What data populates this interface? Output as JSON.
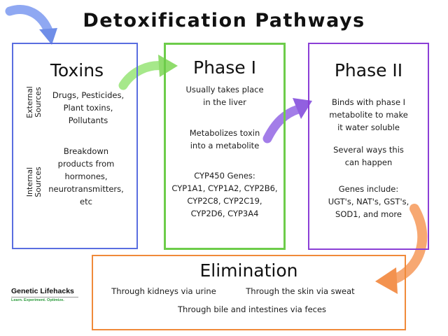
{
  "title": "Detoxification Pathways",
  "toxins": {
    "heading": "Toxins",
    "external_label": "External Sources",
    "external_items": [
      "Drugs, Pesticides,",
      "Plant toxins,",
      "Pollutants"
    ],
    "internal_label": "Internal Sources",
    "internal_items": [
      "Breakdown",
      "products from",
      "hormones,",
      "neurotransmitters,",
      "etc"
    ]
  },
  "phase1": {
    "heading": "Phase I",
    "lines_a": [
      "Usually takes place",
      "in the liver"
    ],
    "lines_b": [
      "Metabolizes toxin",
      "into a metabolite"
    ],
    "lines_c": [
      "CYP450 Genes:",
      "CYP1A1, CYP1A2, CYP2B6,",
      "CYP2C8, CYP2C19,",
      "CYP2D6, CYP3A4"
    ]
  },
  "phase2": {
    "heading": "Phase II",
    "lines_a": [
      "Binds with phase I",
      "metabolite to make",
      "it water soluble"
    ],
    "lines_b": [
      "Several ways this",
      "can happen"
    ],
    "lines_c": [
      "Genes include:",
      "UGT's, NAT's, GST's,",
      "SOD1, and more"
    ]
  },
  "elimination": {
    "heading": "Elimination",
    "kidneys": "Through kidneys via urine",
    "skin": "Through the skin via sweat",
    "bile": "Through bile and intestines via feces"
  },
  "logo": {
    "name": "Genetic Lifehacks",
    "tagline": "Learn. Experiment. Optimize."
  },
  "colors": {
    "toxins_border": "#5a6ee0",
    "phase1_border": "#6dcc4a",
    "phase2_border": "#8b3fd6",
    "elimination_border": "#f08a3a"
  }
}
